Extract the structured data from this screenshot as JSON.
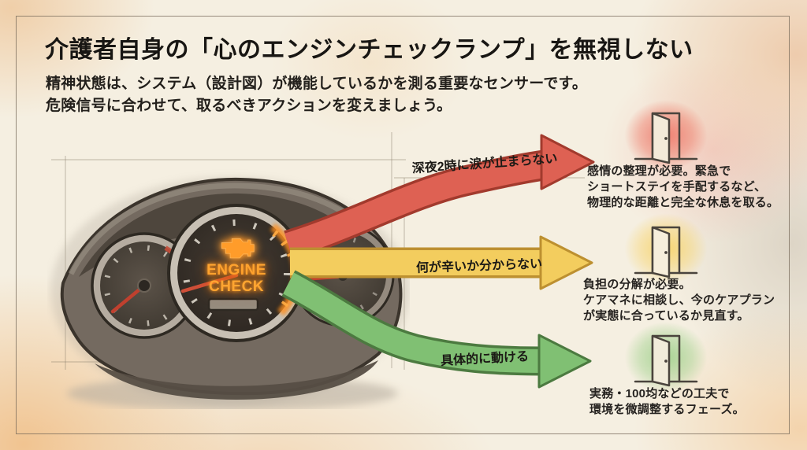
{
  "header": {
    "title": "介護者自身の「心のエンジンチェックランプ」を無視しない",
    "subtitle_lines": [
      "精神状態は、システム（設計図）が機能しているかを測る重要なセンサーです。",
      "危険信号に合わせて、取るべきアクションを変えましょう。"
    ]
  },
  "dashboard": {
    "lamp_text_lines": [
      "ENGINE",
      "CHECK"
    ],
    "lamp_color": "#ffa531",
    "illustration": "watercolor-car-instrument-cluster"
  },
  "levels": [
    {
      "name": "critical",
      "arrow_label": "深夜2時に涙が止まらない",
      "arrow_color": "#de6153",
      "arrow_outline": "#a23a2d",
      "door_glow_color": "#eb463c",
      "desc_lines": [
        "感情の整理が必要。緊急で",
        "ショートステイを手配するなど、",
        "物理的な距離と完全な休息を取る。"
      ]
    },
    {
      "name": "warning",
      "arrow_label": "何が辛いか分からない",
      "arrow_color": "#f3cd5e",
      "arrow_outline": "#bd9030",
      "door_glow_color": "#f7c83c",
      "desc_lines": [
        "負担の分解が必要。",
        "ケアマネに相談し、今のケアプラン",
        "が実態に合っているか見直す。"
      ]
    },
    {
      "name": "ok",
      "arrow_label": "具体的に動ける",
      "arrow_color": "#80c073",
      "arrow_outline": "#4c7a40",
      "door_glow_color": "#73c05f",
      "desc_lines": [
        "実務・100均などの工夫で",
        "環境を微調整するフェーズ。"
      ]
    }
  ]
}
